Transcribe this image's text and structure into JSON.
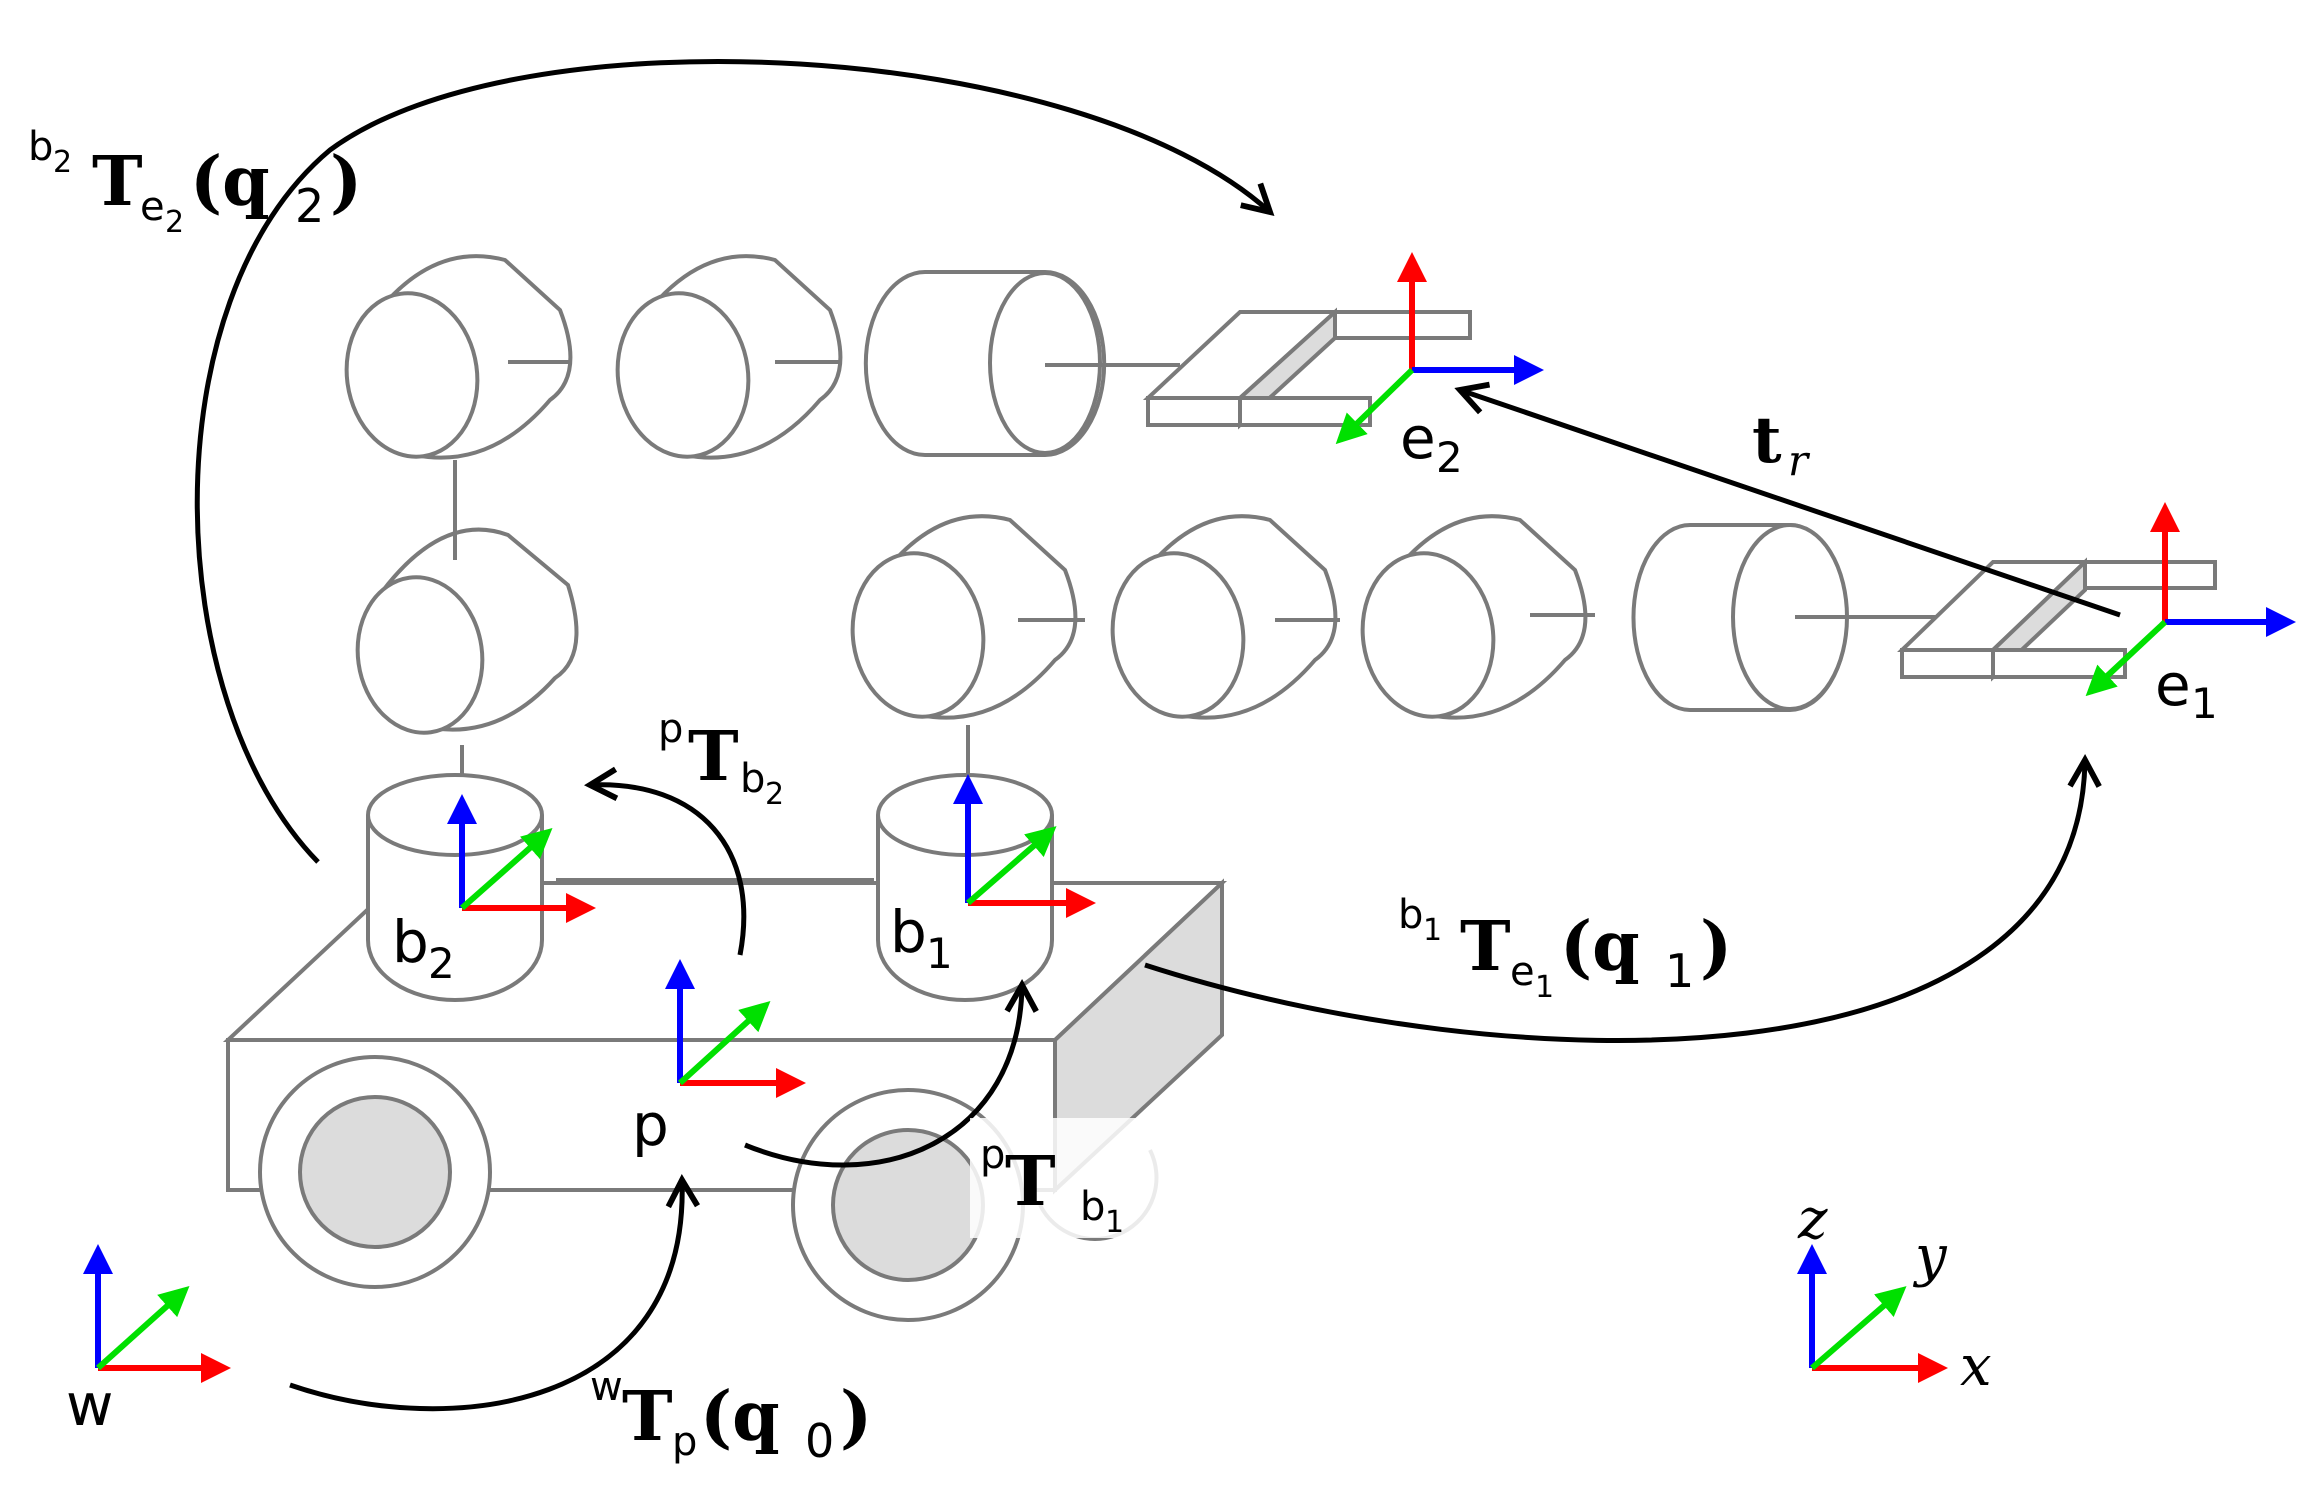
{
  "frames": {
    "world": "w",
    "platform": "p",
    "base1_main": "b",
    "base1_sub": "1",
    "base2_main": "b",
    "base2_sub": "2",
    "ee1_main": "e",
    "ee1_sub": "1",
    "ee2_main": "e",
    "ee2_sub": "2"
  },
  "axes_legend": {
    "x": "x",
    "y": "y",
    "z": "z"
  },
  "transforms": {
    "b2_T_e2": {
      "pre": "b",
      "pre_sub": "2",
      "sym": "T",
      "post": "e",
      "post_sub": "2",
      "args": "(q",
      "args_sub": "2",
      "close": ")"
    },
    "p_T_b2": {
      "pre": "p",
      "sym": "T",
      "post": "b",
      "post_sub": "2"
    },
    "p_T_b1": {
      "pre": "p",
      "sym": "T",
      "post": "b",
      "post_sub": "1"
    },
    "b1_T_e1": {
      "pre": "b",
      "pre_sub": "1",
      "sym": "T",
      "post": "e",
      "post_sub": "1",
      "args": "(q",
      "args_sub": "1",
      "close": ")"
    },
    "w_T_p": {
      "pre": "w",
      "sym": "T",
      "post": "p",
      "args": "(q",
      "args_sub": "0",
      "close": ")"
    },
    "t_r": {
      "sym": "t",
      "sub": "r"
    }
  },
  "colors": {
    "x_axis": "#ff0000",
    "y_axis": "#00e000",
    "z_axis": "#0000ff",
    "part_stroke": "#7a7a7a",
    "part_shade": "#dcdcdc"
  }
}
